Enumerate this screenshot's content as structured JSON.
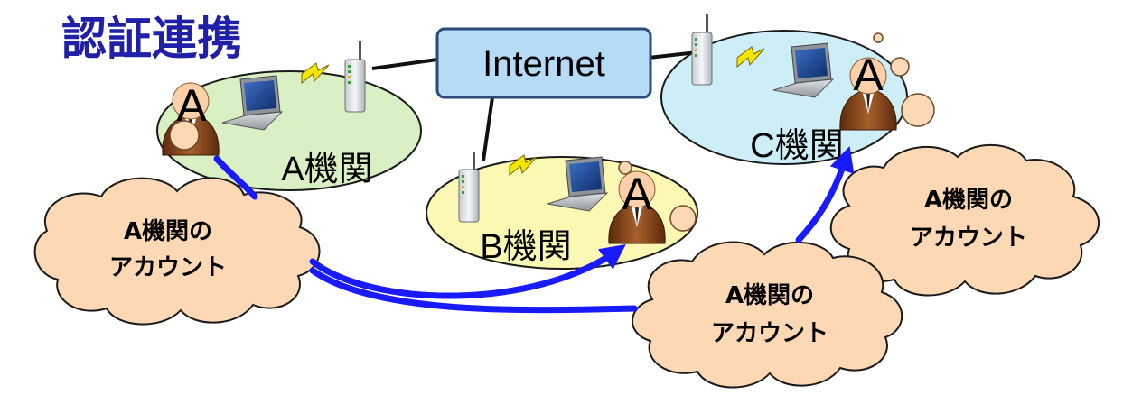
{
  "title": "認証連携",
  "network": {
    "label": "Internet"
  },
  "organizations": [
    {
      "id": "a",
      "label": "A機関",
      "fill": "#d9f0c4"
    },
    {
      "id": "b",
      "label": "B機関",
      "fill": "#fbf8b4"
    },
    {
      "id": "c",
      "label": "C機関",
      "fill": "#cdeef6"
    }
  ],
  "user": {
    "label": "A"
  },
  "account_clouds": [
    {
      "line1": "A機関の",
      "line2": "アカウント"
    },
    {
      "line1": "A機関の",
      "line2": "アカウント"
    },
    {
      "line1": "A機関の",
      "line2": "アカウント"
    }
  ],
  "colors": {
    "title": "#1f1fa8",
    "arrow": "#1a1aff",
    "cloud_fill": "#fdd8b4",
    "cloud_stroke": "#1a1a1a",
    "internet_fill": "#b6dbf6",
    "internet_stroke": "#2a4a78",
    "lightning": "#f5e600",
    "head_fill": "#fbcfa8",
    "robe": "#7a3e1a"
  },
  "icons": [
    "wireless-router-icon",
    "laptop-icon",
    "lightning-icon",
    "user-icon",
    "thought-bubble-icon",
    "flow-arrow-icon"
  ]
}
